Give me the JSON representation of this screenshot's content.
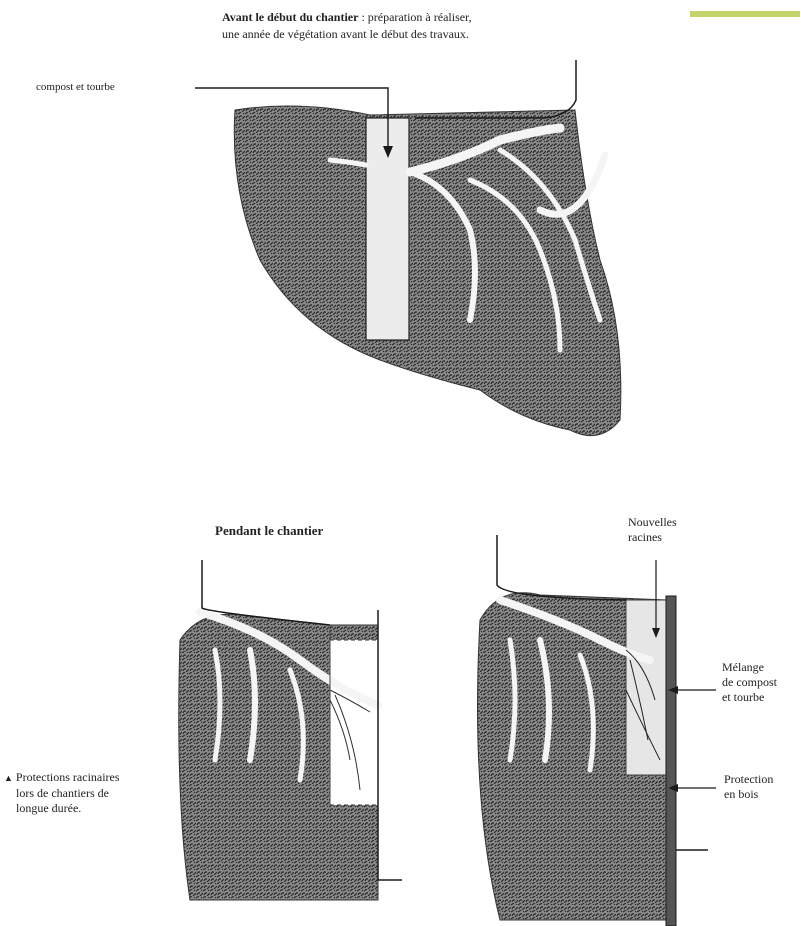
{
  "colors": {
    "accent": "#c5d46a",
    "ink": "#1a1a1a",
    "soil": "#3a3a3a"
  },
  "top": {
    "title_bold": "Avant le début du chantier",
    "title_rest": " : préparation à réaliser,",
    "title_line2": "une année de végétation avant le début des travaux.",
    "label_compost": "compost et tourbe"
  },
  "left": {
    "title": "Pendant le chantier",
    "caption_line1": "Protections racinaires",
    "caption_line2": "lors de chantiers de",
    "caption_line3": "longue durée."
  },
  "right": {
    "label_new_roots_1": "Nouvelles",
    "label_new_roots_2": "racines",
    "label_mix_1": "Mélange",
    "label_mix_2": "de compost",
    "label_mix_3": "et tourbe",
    "label_protect_1": "Protection",
    "label_protect_2": "en bois"
  },
  "icons": {
    "caption_marker": "triangle-marker-icon"
  }
}
